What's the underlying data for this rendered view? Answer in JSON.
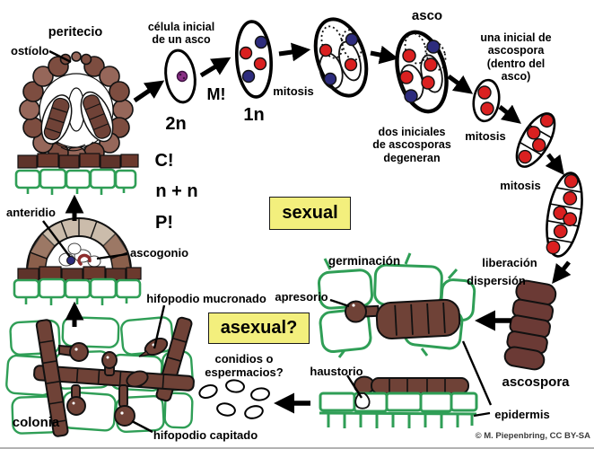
{
  "labels": {
    "peritecio": "peritecio",
    "ostiolo": "ostíolo",
    "celula_inicial_de_un_asco": "célula inicial\nde un asco",
    "m_mark": "M!",
    "ploidy_2n": "2n",
    "ploidy_1n": "1n",
    "mitosis_1": "mitosis",
    "asco": "asco",
    "una_inicial_de_ascospora": "una inicial de\nascospora\n(dentro del asco)",
    "dos_iniciales_degeneran": "dos iniciales\nde ascosporas\ndegeneran",
    "mitosis_2": "mitosis",
    "mitosis_3": "mitosis",
    "liberacion": "liberación",
    "dispersion": "dispersión",
    "ascospora": "ascospora",
    "c_mark": "C!",
    "n_plus_n": "n + n",
    "p_mark": "P!",
    "anteridio": "anteridio",
    "ascogonio": "ascogonio",
    "germinacion": "germinación",
    "apresorio": "apresorio",
    "hifopodio_mucronado": "hifopodio mucronado",
    "conidios_o_espermacios": "conidios o\nespermacios?",
    "haustorio": "haustorio",
    "epidermis": "epidermis",
    "hifopodio_capitado": "hifopodio capitado",
    "colonia": "colonia"
  },
  "boxes": {
    "sexual": "sexual",
    "asexual": "asexual?"
  },
  "copyright": "© M. Piepenbring, CC BY-SA",
  "colors": {
    "hypha_brown": "#6f4237",
    "spore_brown": "#6b3a35",
    "wall_light": "#96675a",
    "wall_dark": "#7d4d40",
    "base_brown": "#5e332a",
    "leaf_green": "#2f9e56",
    "nucleus_red": "#da2020",
    "nucleus_blue": "#2d2c7d",
    "nucleus_purple": "#8b2f86",
    "box_yellow": "#f3ef7d",
    "dome_light": "#cbbcab",
    "dome_dark": "#8a5f4b",
    "ascogonium_red": "#8c2c2c",
    "copyright_gray": "#3b3b3b"
  }
}
